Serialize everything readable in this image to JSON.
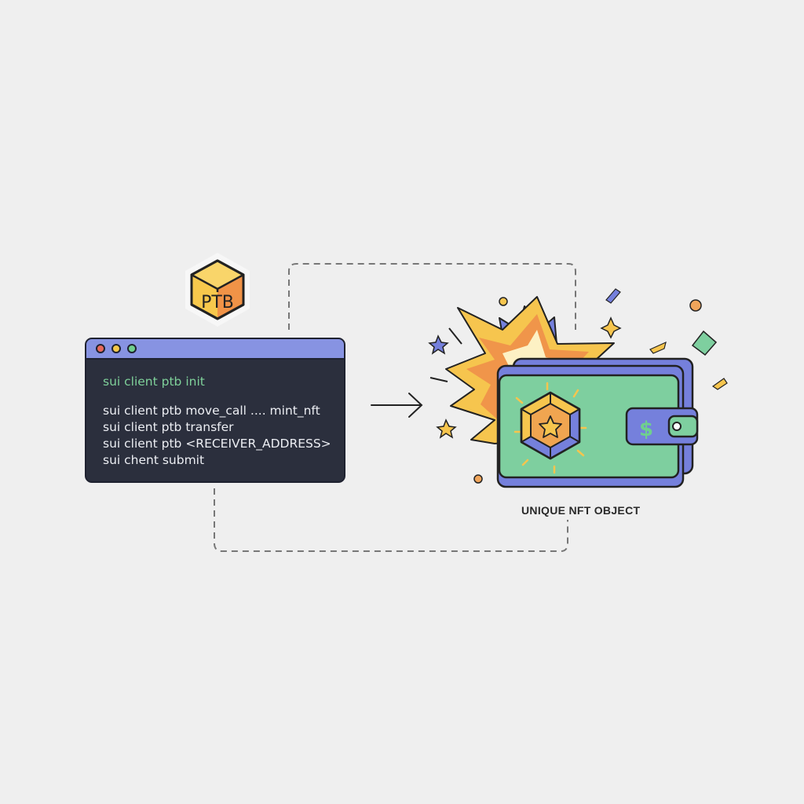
{
  "badge": {
    "label": "PTB",
    "icon": "cube-icon"
  },
  "terminal": {
    "window_dots": [
      "#e8685a",
      "#f3c84b",
      "#6fcf8e"
    ],
    "init_line": "sui client ptb init",
    "lines": [
      "sui client ptb move_call .... mint_nft",
      "sui client ptb transfer",
      "sui client ptb <RECEIVER_ADDRESS>",
      "sui chent submit"
    ]
  },
  "arrow": {
    "icon": "arrow-right-icon"
  },
  "result": {
    "label": "UNIQUE NFT OBJECT",
    "wallet_symbol": "$",
    "nft_icon": "hexagon-star-icon"
  },
  "colors": {
    "background": "#efefef",
    "terminal_bg": "#2b2f3d",
    "terminal_bar": "#8793e2",
    "green_text": "#7fd19a",
    "wallet_green": "#7ecf9f",
    "wallet_blue": "#7580dc",
    "orange": "#f0954a",
    "yellow": "#f6c54e"
  }
}
